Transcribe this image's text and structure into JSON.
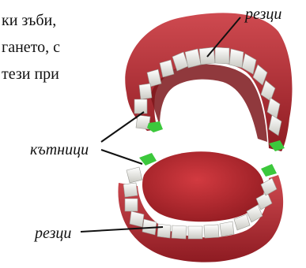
{
  "paragraph": {
    "line1": "ки зъби,",
    "line2": "гането, с",
    "line3": "тези  при"
  },
  "labels": {
    "top_incisors": "резци",
    "molars": "кътници",
    "bottom_incisors": "резци"
  },
  "colors": {
    "gum": "#a8262c",
    "gum_light": "#d9585c",
    "tooth": "#f2f2ee",
    "tooth_shadow": "#b9b9b2",
    "molar_highlight": "#3cc83c",
    "tongue": "#b9232b"
  }
}
